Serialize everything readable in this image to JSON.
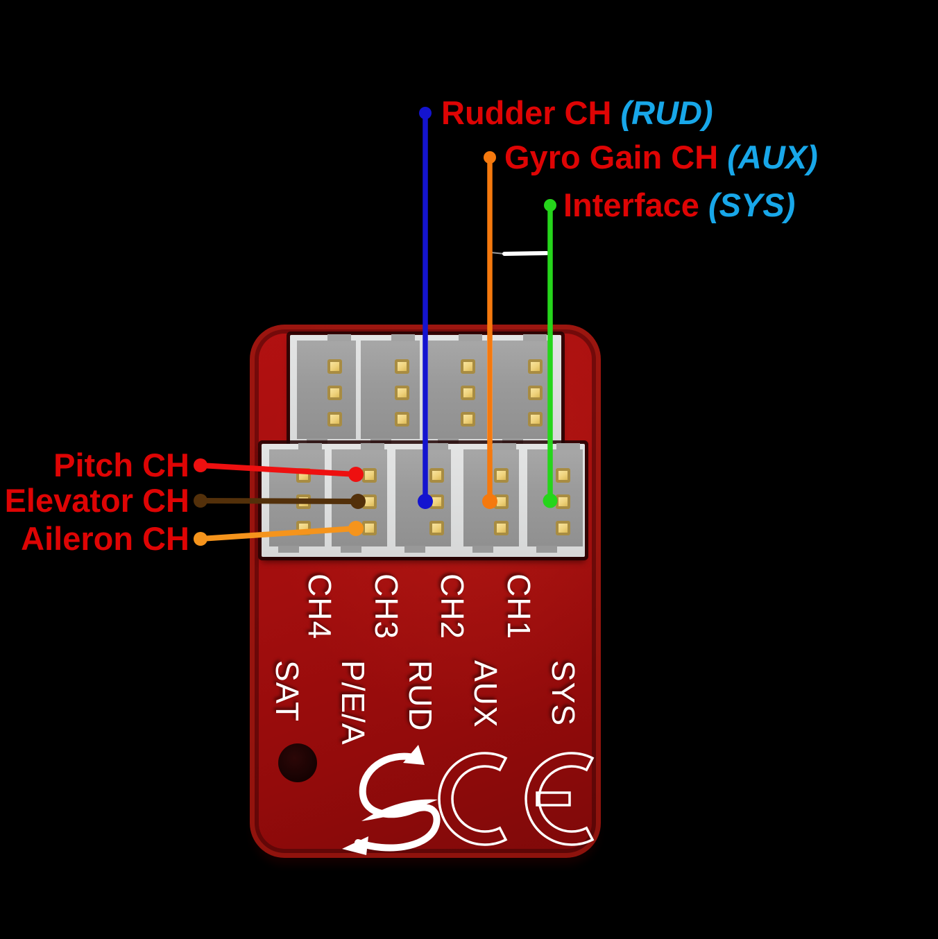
{
  "figure": {
    "description": "Annotated wiring diagram of a red gyro receiver board",
    "background_color": "#000000"
  },
  "callouts": {
    "label_color": "#de0404",
    "code_color": "#18a7e9",
    "top": [
      {
        "label": "Rudder CH ",
        "code": "(RUD)",
        "line_color": "#1414cf"
      },
      {
        "label": "Gyro Gain CH ",
        "code": "(AUX)",
        "line_color": "#f5790e"
      },
      {
        "label": "Interface ",
        "code": "(SYS)",
        "line_color": "#25d51b"
      }
    ],
    "left": [
      {
        "label": "Pitch CH",
        "line_color": "#ee1010"
      },
      {
        "label": "Elevator CH",
        "line_color": "#53300a"
      },
      {
        "label": "Aileron CH",
        "line_color": "#f5941c"
      }
    ]
  },
  "board": {
    "color": "#a30e0e",
    "silkscreen_color": "#ffffff",
    "channels": [
      "CH4",
      "CH3",
      "CH2",
      "CH1"
    ],
    "functions": [
      "SAT",
      "P/E/A",
      "RUD",
      "AUX",
      "SYS"
    ],
    "top_connector_count": 4,
    "bottom_connector_count": 5,
    "pins_per_connector": 3,
    "pin_color": "#efd27c",
    "connector_color": "#9a9a9a",
    "marks": {
      "logo": "spartan-s-logo",
      "certification": "CE"
    }
  }
}
